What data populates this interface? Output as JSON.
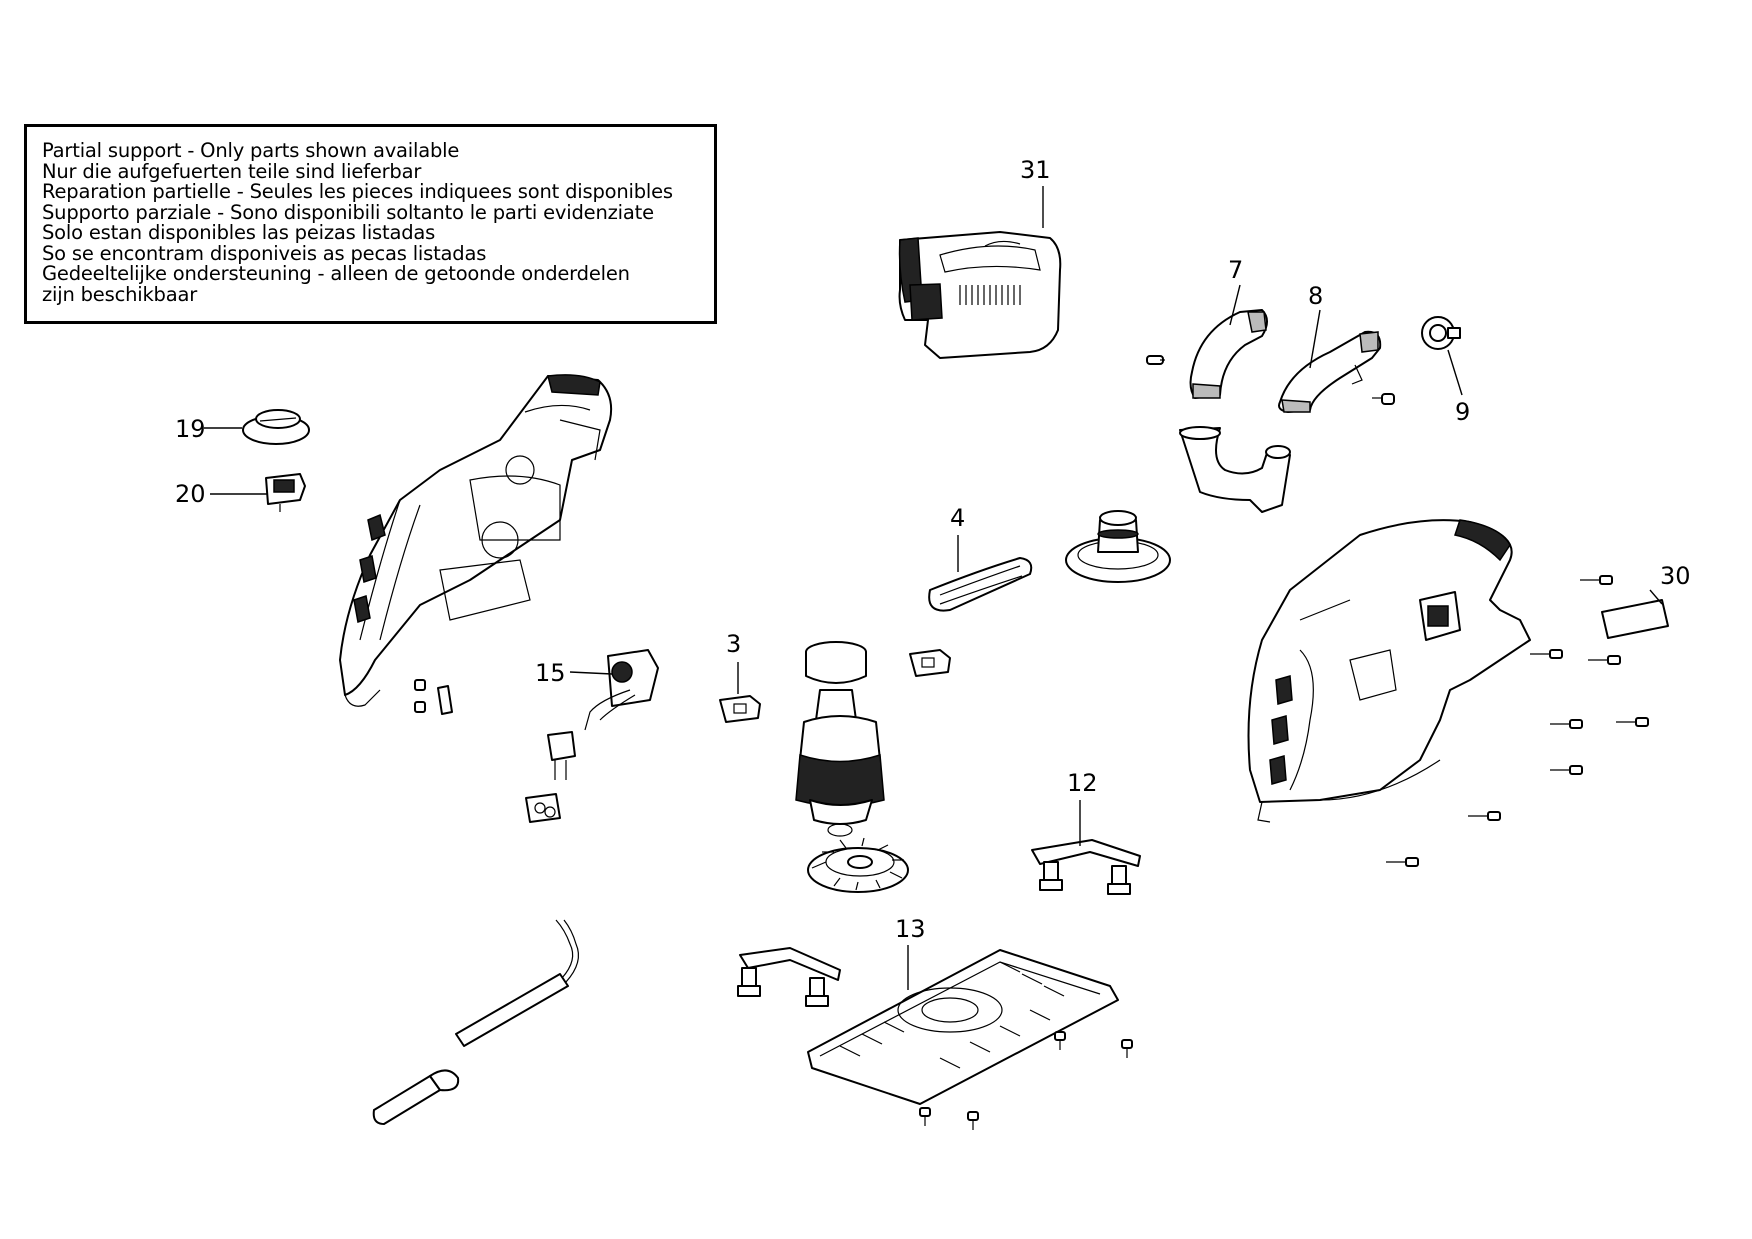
{
  "notice": {
    "lines": [
      "Partial support - Only parts shown available",
      "Nur die aufgefuerten teile sind lieferbar",
      "Reparation partielle - Seules les pieces indiquees sont disponibles",
      "Supporto parziale - Sono disponibili soltanto le parti evidenziate",
      "Solo estan disponibles las peizas listadas",
      "So se encontram disponiveis as pecas listadas",
      "Gedeeltelijke ondersteuning - alleen de getoonde onderdelen",
      "zijn beschikbaar"
    ]
  },
  "callouts": {
    "c31": "31",
    "c7": "7",
    "c8": "8",
    "c9": "9",
    "c19": "19",
    "c20": "20",
    "c4": "4",
    "c30": "30",
    "c3": "3",
    "c15": "15",
    "c12": "12",
    "c13": "13"
  }
}
